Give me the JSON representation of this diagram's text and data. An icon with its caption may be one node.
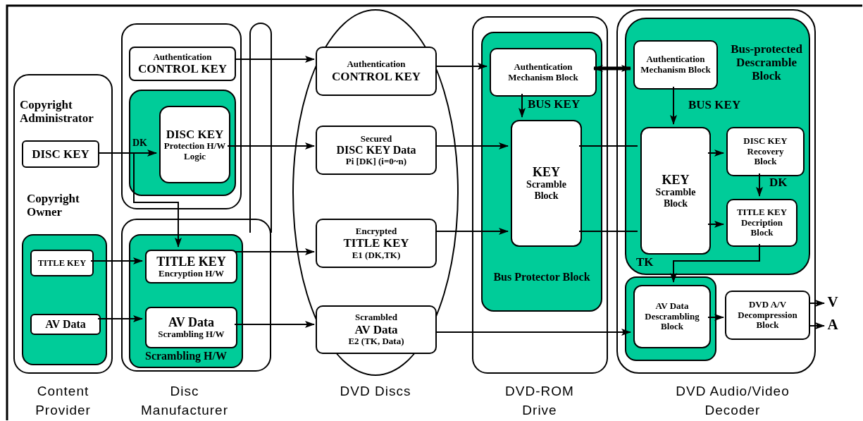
{
  "diagram": {
    "nodes": [
      {
        "text": [
          "Copyright Administrator",
          "Copyright Owner",
          "Content Provider"
        ]
      },
      {
        "text": [
          "DISC KEY"
        ],
        "in": 0
      },
      {
        "text": [],
        "shape": "box",
        "in": 0
      },
      {
        "text": [
          "TITLE KEY"
        ],
        "in": 2
      },
      {
        "text": [
          "AV Data"
        ],
        "in": 2
      },
      {
        "text": [],
        "shape": "box"
      },
      {
        "text": [
          "Authentication",
          "CONTROL KEY"
        ],
        "in": 5
      },
      {
        "text": [],
        "shape": "box",
        "in": 5
      },
      {
        "text": [
          "DISC KEY",
          "Protection H/W Logic"
        ],
        "in": 7
      },
      {
        "text": [
          "Disc Manufacturer"
        ]
      },
      {
        "text": [
          "Scrambling H/W"
        ],
        "in": 9
      },
      {
        "text": [
          "TITLE KEY",
          "Encryption H/W"
        ],
        "in": 10
      },
      {
        "text": [
          "AV Data",
          "Scrambling H/W"
        ],
        "in": 10
      },
      {
        "text": [
          "DVD Discs"
        ]
      },
      {
        "text": [
          "Authentication",
          "CONTROL KEY"
        ],
        "in": 13
      },
      {
        "text": [
          "Secured",
          "DISC KEY Data",
          "Pi [DK] (i=0~n)"
        ],
        "in": 13
      },
      {
        "text": [
          "Encrypted",
          "TITLE KEY",
          "E1 (DK,TK)"
        ],
        "in": 13
      },
      {
        "text": [
          "Scrambled",
          "AV Data",
          "E2 (TK, Data)"
        ],
        "in": 13
      },
      {
        "text": [
          "DVD-ROM Drive"
        ]
      },
      {
        "text": [
          "Bus Protector Block"
        ],
        "in": 18
      },
      {
        "text": [
          "Authentication Mechanism Block"
        ],
        "in": 19
      },
      {
        "text": [
          "KEY",
          "Scramble Block"
        ],
        "in": 19
      },
      {
        "text": [
          "DVD Audio/Video Decoder"
        ]
      },
      {
        "text": [
          "Bus-protected Descramble Block"
        ],
        "in": 22
      },
      {
        "text": [
          "Authentication Mechanism Block"
        ],
        "in": 23
      },
      {
        "text": [
          "KEY",
          "Scramble Block"
        ],
        "in": 23
      },
      {
        "text": [
          "DISC KEY Recovery Block"
        ],
        "in": 23
      },
      {
        "text": [
          "TITLE KEY Decription Block"
        ],
        "in": 23
      },
      {
        "text": [],
        "shape": "box",
        "in": 22
      },
      {
        "text": [
          "AV Data Descrambling Block"
        ],
        "in": 28
      },
      {
        "text": [
          "DVD A/V Decompression Block"
        ],
        "in": 22
      },
      {
        "text": [
          "V"
        ]
      },
      {
        "text": [
          "A"
        ]
      }
    ],
    "edges": [
      {
        "from": 6,
        "to": 14,
        "arrow": "to"
      },
      {
        "from": 1,
        "to": 8,
        "arrow": "to",
        "label": "DK"
      },
      {
        "from": 1,
        "to": 11,
        "arrow": "to"
      },
      {
        "from": 8,
        "to": 15,
        "arrow": "to"
      },
      {
        "from": 3,
        "to": 11,
        "arrow": "to"
      },
      {
        "from": 4,
        "to": 12,
        "arrow": "to"
      },
      {
        "from": 11,
        "to": 16,
        "arrow": "to"
      },
      {
        "from": 12,
        "to": 17,
        "arrow": "to"
      },
      {
        "from": 14,
        "to": 20,
        "arrow": "to"
      },
      {
        "from": 15,
        "to": 21,
        "arrow": "to"
      },
      {
        "from": 16,
        "to": 21,
        "arrow": "to"
      },
      {
        "from": 20,
        "to": 24,
        "arrow": "both",
        "style": "thick"
      },
      {
        "from": 20,
        "to": 21,
        "arrow": "to",
        "label": "BUS KEY"
      },
      {
        "from": 21,
        "to": 25,
        "arrow": "none"
      },
      {
        "from": 21,
        "to": 25,
        "arrow": "none"
      },
      {
        "from": 25,
        "to": 26,
        "arrow": "to"
      },
      {
        "from": 25,
        "to": 27,
        "arrow": "to"
      },
      {
        "from": 26,
        "to": 27,
        "arrow": "to",
        "label": "DK"
      },
      {
        "from": 27,
        "to": 29,
        "arrow": "to",
        "label": "TK"
      },
      {
        "from": 17,
        "to": 29,
        "arrow": "to"
      },
      {
        "from": 29,
        "to": 30,
        "arrow": "to"
      },
      {
        "from": 30,
        "to": 31,
        "arrow": "to"
      },
      {
        "from": 30,
        "to": 32,
        "arrow": "to"
      },
      {
        "from": 24,
        "to": 25,
        "arrow": "to",
        "label": "BUS KEY"
      }
    ]
  }
}
